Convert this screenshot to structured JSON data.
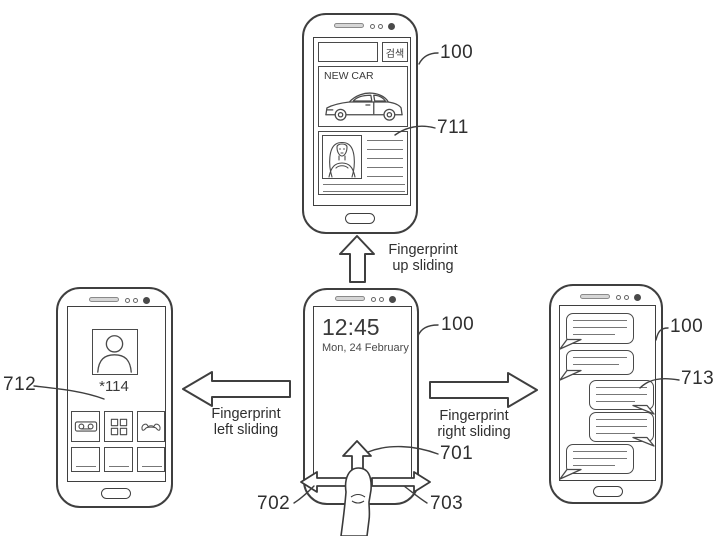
{
  "figure_labels": {
    "device": "100",
    "up_arrow": "701",
    "left_arrow": "702",
    "right_arrow": "703",
    "browser_card": "711",
    "call_screen": "712",
    "chat_bubble": "713"
  },
  "gesture_notes": {
    "up_line1": "Fingerprint",
    "up_line2": "up sliding",
    "left_line1": "Fingerprint",
    "left_line2": "left sliding",
    "right_line1": "Fingerprint",
    "right_line2": "right sliding"
  },
  "browser_phone": {
    "search_button": "검색",
    "article_title": "NEW CAR"
  },
  "lock_phone": {
    "time": "12:45",
    "date": "Mon, 24 February"
  },
  "call_phone": {
    "dial_number": "*114"
  },
  "icons": {
    "call_buttons": [
      "voicemail-icon",
      "apps-grid-icon",
      "call-end-icon"
    ],
    "browser": [
      "search-field",
      "car-illustration",
      "portrait-illustration"
    ],
    "gesture": [
      "up-arrow",
      "left-arrow",
      "right-arrow",
      "finger"
    ]
  },
  "colors": {
    "line": "#3f3f3f",
    "inner_line": "#4a4a4a",
    "speaker_fill": "#d6d6d6",
    "background": "#ffffff"
  }
}
